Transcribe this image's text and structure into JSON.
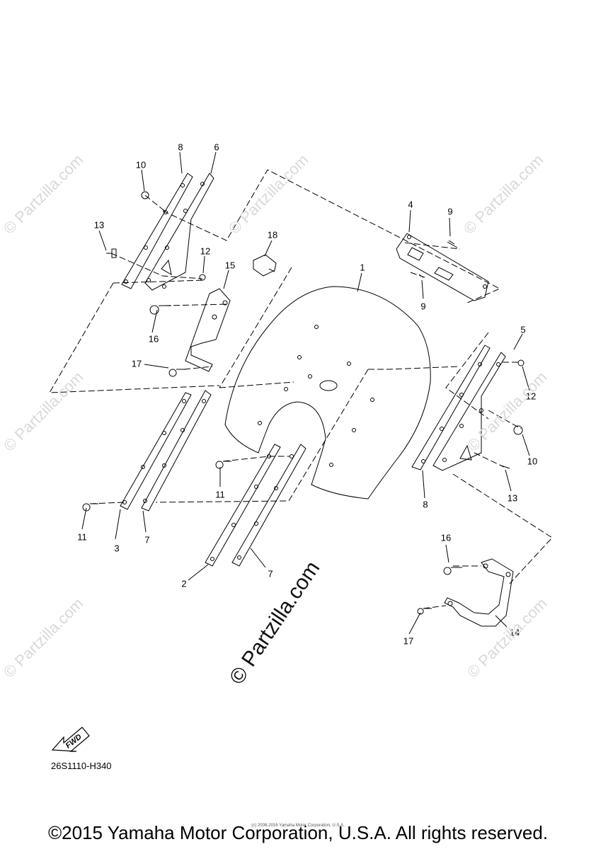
{
  "parts": [
    "1",
    "2",
    "3",
    "4",
    "5",
    "6",
    "7",
    "7",
    "8",
    "8",
    "9",
    "9",
    "10",
    "10",
    "11",
    "11",
    "12",
    "12",
    "13",
    "13",
    "14",
    "15",
    "16",
    "16",
    "17",
    "17",
    "18"
  ],
  "watermark_small": "© Partzilla.com",
  "watermark_center": "© Partzilla.com",
  "fwd_label": "FWD",
  "diagram_code": "26S1110-H340",
  "copyright": "©2015 Yamaha Motor Corporation, U.S.A. All rights reserved.",
  "tiny_copyright": "(c) 2008-2016 Yamaha Motor Corporation, U.S.A."
}
